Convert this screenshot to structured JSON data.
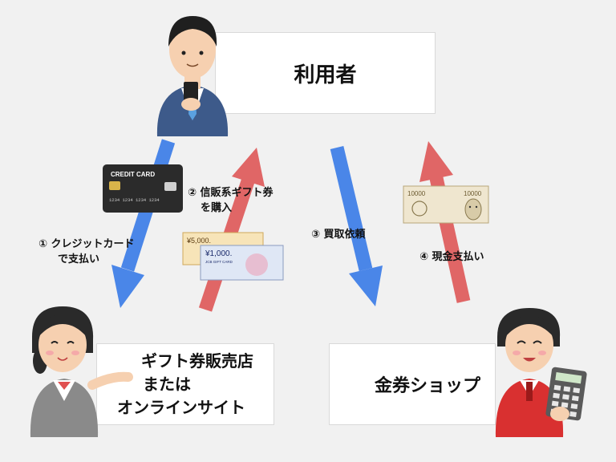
{
  "user_box": {
    "text": "利用者"
  },
  "shop_box": {
    "line1": "ギフト券販売店",
    "line2": "または",
    "line3": "オンラインサイト"
  },
  "kinken_box": {
    "text": "金券ショップ"
  },
  "steps": {
    "s1_line1": "① クレジットカード",
    "s1_line2": "で支払い",
    "s2_line1": "② 信販系ギフト券",
    "s2_line2": "を購入",
    "s3": "③ 買取依頼",
    "s4": "④ 現金支払い"
  },
  "credit_card": {
    "text": "CREDIT CARD",
    "nums": "1234 1234 1234 1234"
  },
  "gift_cards": {
    "back_value": "¥5,000.",
    "front_value": "¥1,000.",
    "brand": "JCB GIFT CARD"
  },
  "banknote": {
    "value": "10000"
  },
  "colors": {
    "blue_arrow": "#4a86e8",
    "red_arrow": "#e06666",
    "background": "#f1f1f1"
  }
}
